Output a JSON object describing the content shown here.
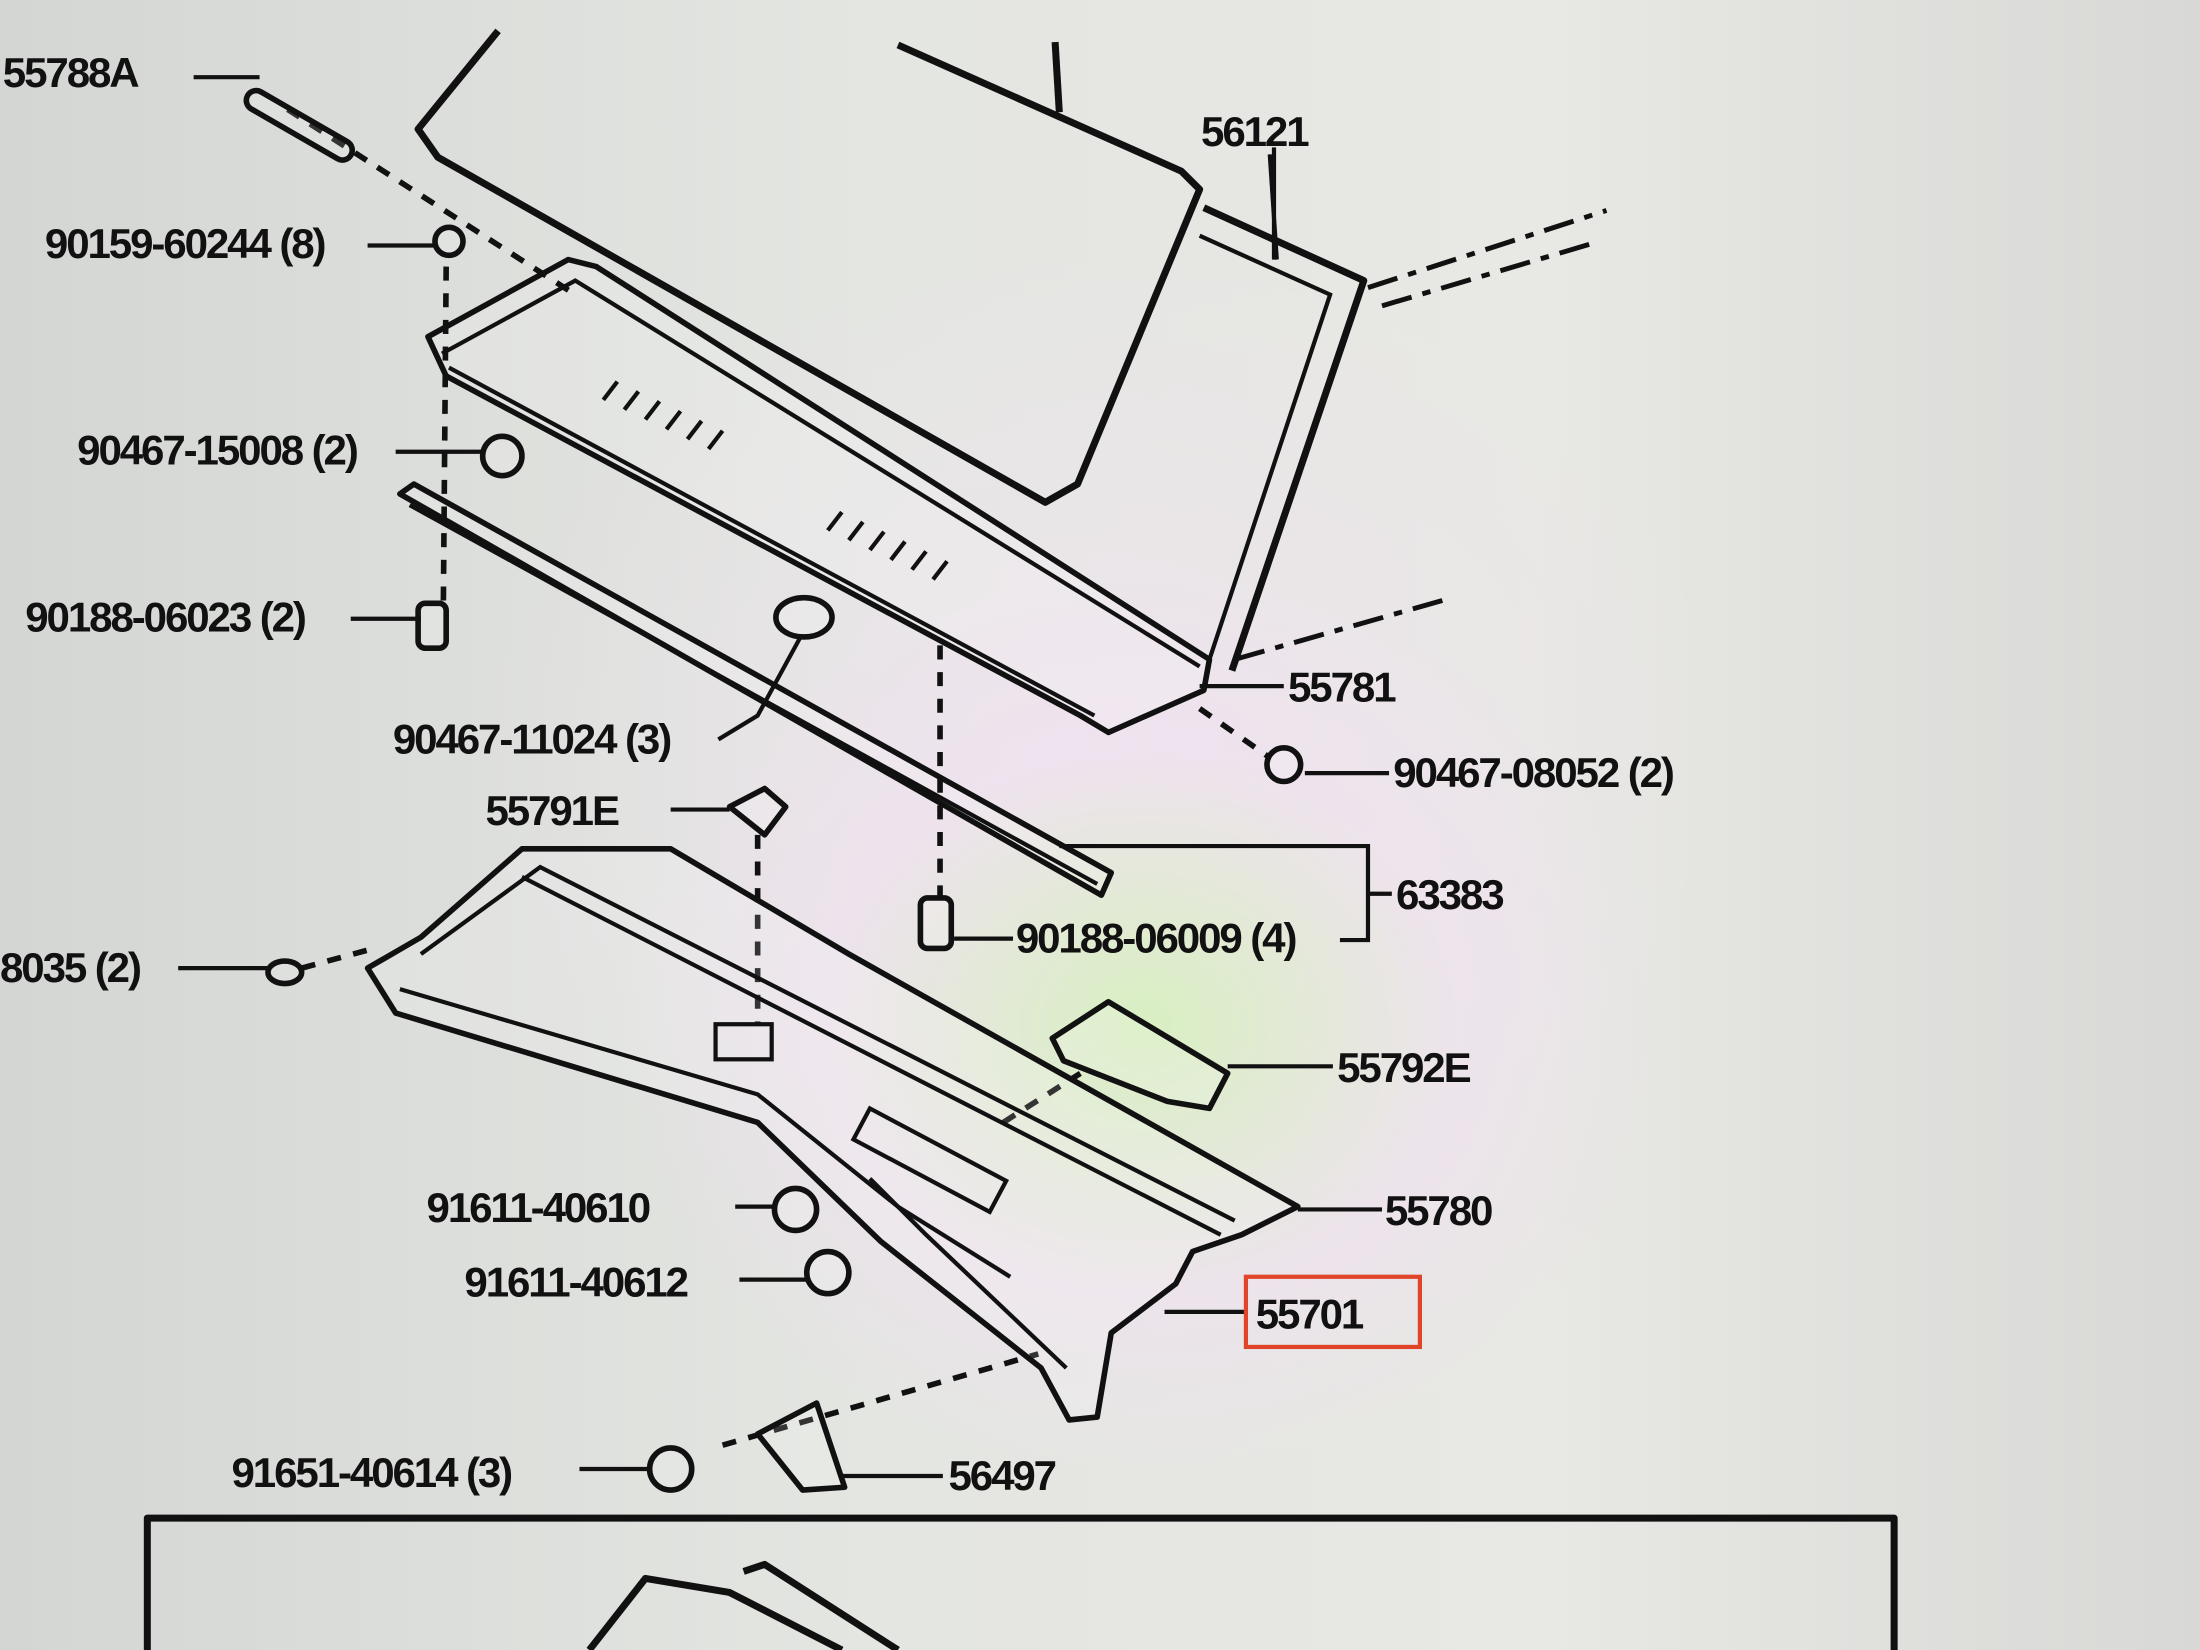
{
  "diagram": {
    "title": "Cowl panel and windshield parts diagram",
    "highlight_color": "#e0452a",
    "highlighted_part": "55701",
    "labels": {
      "p55788a": "55788A",
      "p56121": "56121",
      "p90159": "90159-60244 (8)",
      "p90467_15008": "90467-15008 (2)",
      "p90188_06023": "90188-06023 (2)",
      "p90467_11024": "90467-11024 (3)",
      "p55781": "55781",
      "p90467_08052": "90467-08052 (2)",
      "p55791e": "55791E",
      "p63383": "63383",
      "p90188_06009": "90188-06009 (4)",
      "p8035": "8035 (2)",
      "p55792e": "55792E",
      "p91611_40610": "91611-40610",
      "p55780": "55780",
      "p91611_40612": "91611-40612",
      "p55701": "55701",
      "p91651_40614": "91651-40614 (3)",
      "p56497": "56497"
    }
  }
}
